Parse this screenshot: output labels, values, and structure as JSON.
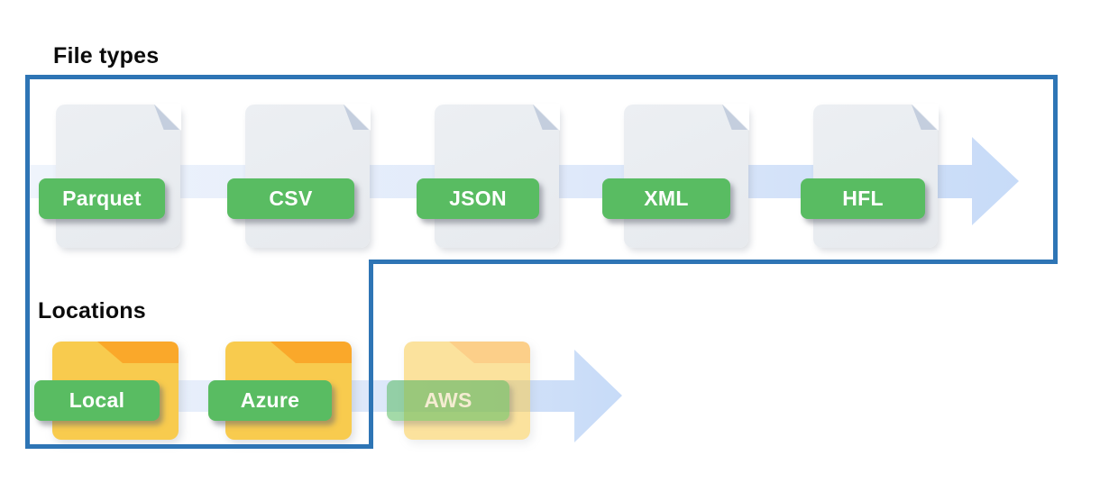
{
  "canvas": {
    "background": "#FFFFFF"
  },
  "palette": {
    "border_blue": "#2E75B5",
    "label_green": "#59BC62",
    "label_text": "#FFFFFF",
    "document_gray": "#E9EBEF",
    "document_fold": "#C4CEDE",
    "folder_yellow": "#F8CB4E",
    "folder_orange": "#FAA82A",
    "arrow_light": "#EFF4FC",
    "arrow_dark": "#C9DCF8",
    "title_color": "#0B0B0B"
  },
  "file_types": {
    "title": "File types",
    "arrow_direction": "right",
    "items": [
      {
        "label": "Parquet",
        "icon": "document-icon"
      },
      {
        "label": "CSV",
        "icon": "document-icon"
      },
      {
        "label": "JSON",
        "icon": "document-icon"
      },
      {
        "label": "XML",
        "icon": "document-icon"
      },
      {
        "label": "HFL",
        "icon": "document-icon"
      }
    ]
  },
  "locations": {
    "title": "Locations",
    "arrow_direction": "right",
    "items": [
      {
        "label": "Local",
        "icon": "folder-icon",
        "state": "highlighted"
      },
      {
        "label": "Azure",
        "icon": "folder-icon",
        "state": "highlighted"
      },
      {
        "label": "AWS",
        "icon": "folder-icon",
        "state": "faded"
      }
    ]
  }
}
